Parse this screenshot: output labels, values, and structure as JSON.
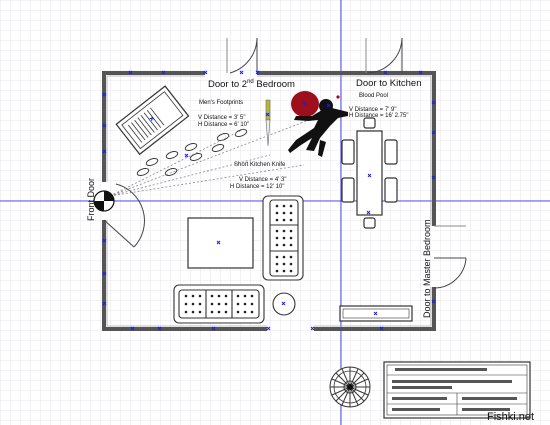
{
  "labels": {
    "door_2nd_bedroom": "Door to 2",
    "door_2nd_bedroom_sup": "nd",
    "door_2nd_bedroom_tail": " Bedroom",
    "door_kitchen": "Door to Kitchen",
    "blood_pool": "Blood Pool",
    "mens_footprints": "Men's Footprints",
    "footprints_v": "V Distance = 3' 5\"",
    "footprints_h": "H Distance = 6' 10\"",
    "blood_v": "V Distance = 7' 9\"",
    "blood_h": "H Distance = 16' 2.75\"",
    "knife": "Short Kitchen Knife",
    "knife_v": "V Distance = 4' 3\"",
    "knife_h": "H Distance = 12' 10\"",
    "front_door": "Front Door",
    "door_master_bedroom": "Door to Master Bedroom",
    "watermark": "Fishki.net"
  },
  "colors": {
    "grid": "#c8ccd8",
    "wall": "#555555",
    "blue_marker": "#1a1aff",
    "guide_line": "#1a1aff",
    "blood": "#9e0f1e",
    "knife_handle": "#b8b836",
    "body": "#111111"
  },
  "icons": [
    "compass-rose-icon",
    "victim-body-outline-icon",
    "knife-icon",
    "footprint-icon"
  ]
}
